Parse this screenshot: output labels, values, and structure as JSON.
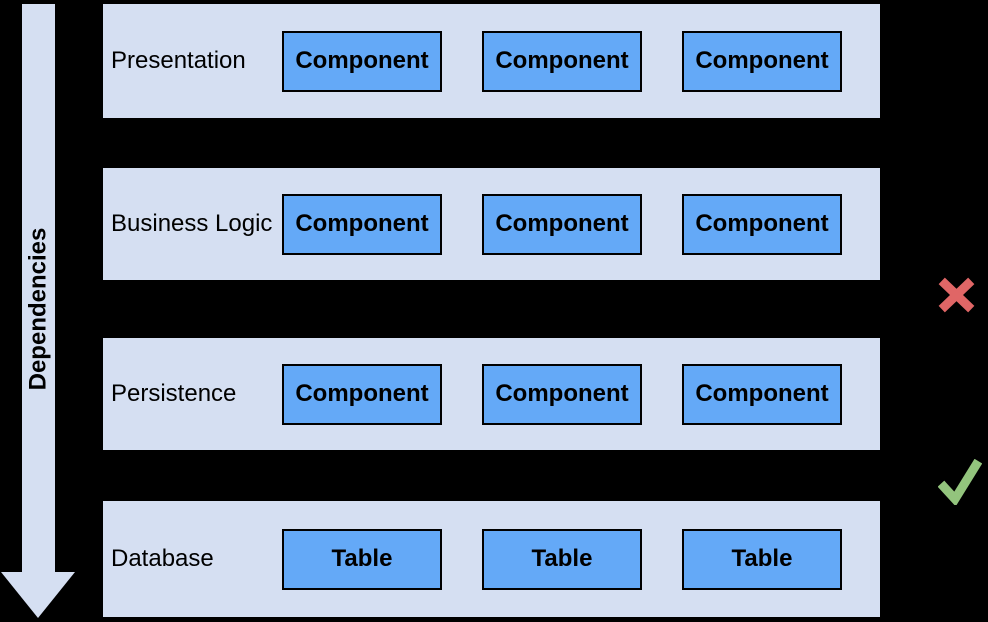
{
  "diagram": {
    "title_semantic": "Layered architecture dependencies diagram",
    "dependencies_arrow": {
      "label": "Dependencies",
      "direction": "down"
    },
    "layers": [
      {
        "label": "Presentation",
        "items": [
          "Component",
          "Component",
          "Component"
        ]
      },
      {
        "label": "Business Logic",
        "items": [
          "Component",
          "Component",
          "Component"
        ]
      },
      {
        "label": "Persistence",
        "items": [
          "Component",
          "Component",
          "Component"
        ]
      },
      {
        "label": "Database",
        "items": [
          "Table",
          "Table",
          "Table"
        ]
      }
    ],
    "marks": [
      {
        "type": "cross",
        "meaning": "disallowed dependency",
        "position": "gap-between-business-logic-and-persistence",
        "color": "#E06666"
      },
      {
        "type": "check",
        "meaning": "allowed dependency",
        "position": "gap-between-persistence-and-database",
        "color": "#93C47D"
      }
    ],
    "colors": {
      "background": "#000000",
      "layer_fill": "#D5DFF2",
      "box_fill": "#64A9F7",
      "box_border": "#000000",
      "text": "#000000",
      "cross": "#E06666",
      "check": "#93C47D"
    }
  }
}
